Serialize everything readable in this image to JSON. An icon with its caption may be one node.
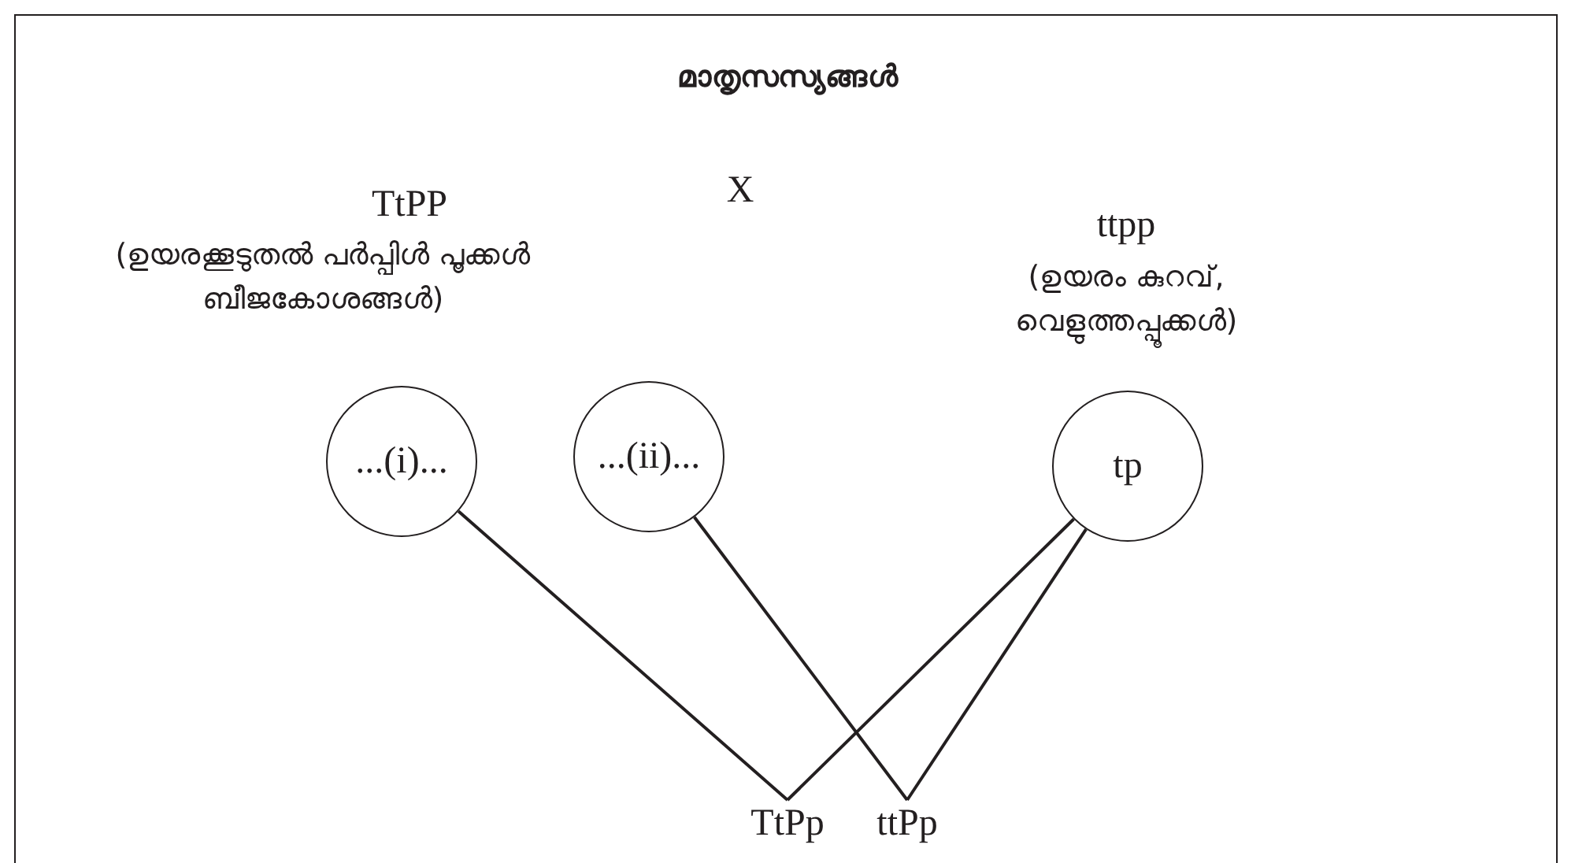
{
  "diagram": {
    "title": "മാതൃസസ്യങ്ങൾ",
    "nodes": [
      {
        "text": [
          "...(i)..."
        ]
      },
      {
        "text": [
          "...(ii)..."
        ]
      },
      {
        "text": [
          "tp"
        ]
      },
      {
        "text": [
          "TtPp"
        ]
      },
      {
        "text": [
          "ttPp"
        ]
      }
    ],
    "edges": [
      {
        "from": 0,
        "to": 3,
        "arrow": "none"
      },
      {
        "from": 2,
        "to": 3,
        "arrow": "none"
      },
      {
        "from": 1,
        "to": 4,
        "arrow": "none"
      },
      {
        "from": 2,
        "to": 4,
        "arrow": "none"
      }
    ],
    "labels": [
      "TtPP",
      "(ഉയരക്കൂടുതൽ പർപ്പിൾ പൂക്കൾ ബീജകോശങ്ങൾ)",
      "X",
      "ttpp",
      "(ഉയരം കുറവ്, വെളുത്തപ്പൂക്കൾ)"
    ]
  }
}
